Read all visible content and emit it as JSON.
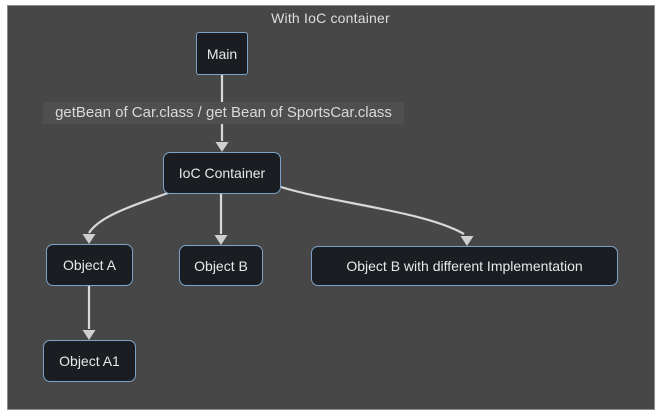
{
  "title": "With IoC container",
  "annotation": "getBean of Car.class / get Bean of SportsCar.class",
  "nodes": {
    "main": {
      "label": "Main"
    },
    "ioc": {
      "label": "IoC Container"
    },
    "object_a": {
      "label": "Object A"
    },
    "object_b": {
      "label": "Object B"
    },
    "object_b_impl": {
      "label": "Object B with different Implementation"
    },
    "object_a1": {
      "label": "Object A1"
    }
  },
  "edges": [
    {
      "from": "main",
      "to": "ioc",
      "label": "getBean of Car.class / get Bean of SportsCar.class"
    },
    {
      "from": "ioc",
      "to": "object_a",
      "label": ""
    },
    {
      "from": "ioc",
      "to": "object_b",
      "label": ""
    },
    {
      "from": "ioc",
      "to": "object_b_impl",
      "label": ""
    },
    {
      "from": "object_a",
      "to": "object_a1",
      "label": ""
    }
  ],
  "colors": {
    "canvas_background": "#474747",
    "canvas_border": "#8c8c8c",
    "node_fill": "#1a1d21",
    "node_border": "#7da3c9",
    "node_text": "#e8e8e8",
    "annotation_background": "#4f4f4f",
    "annotation_text": "#d9d9d9",
    "connector": "#d8d8d8",
    "title_text": "#dedede"
  }
}
